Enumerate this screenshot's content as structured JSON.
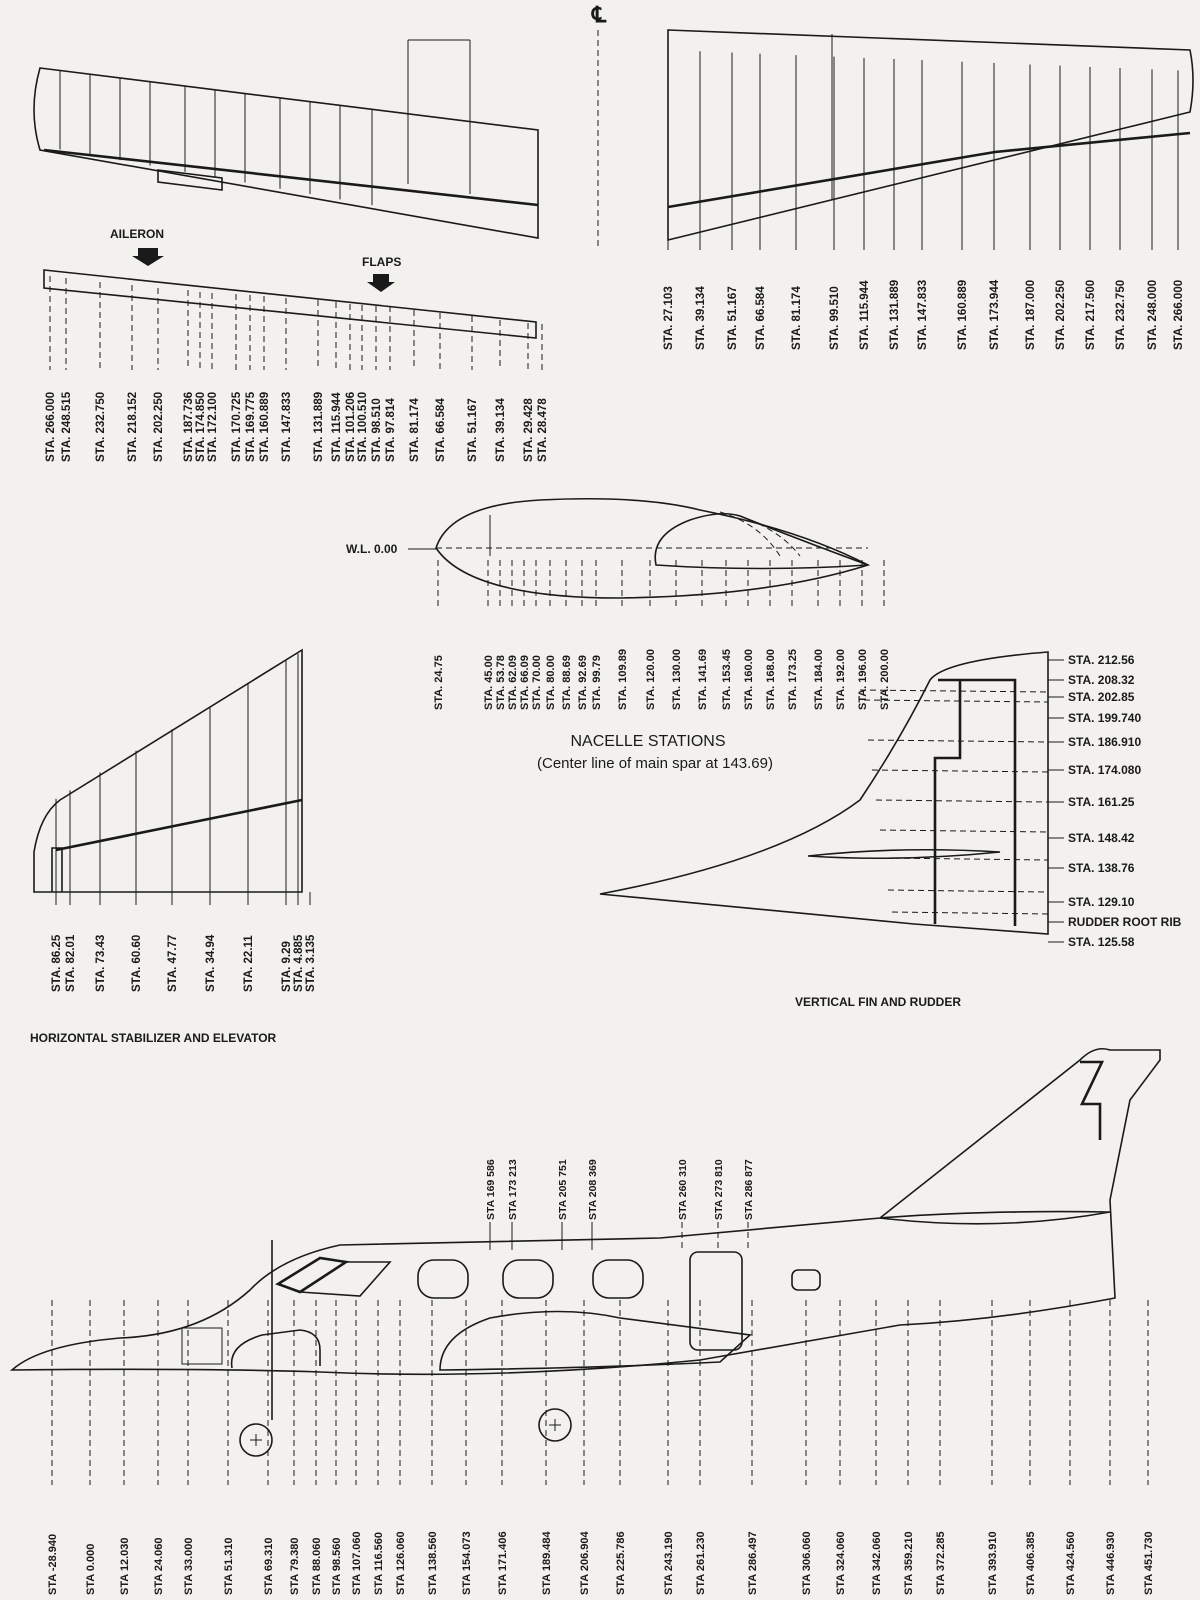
{
  "centerline_symbol": "℄",
  "wing": {
    "aileron_label": "AILERON",
    "flaps_label": "FLAPS",
    "left_stations": [
      "STA. 266.000",
      "STA. 248.515",
      "STA. 232.750",
      "STA. 218.152",
      "STA. 202.250",
      "STA. 187.736",
      "STA. 174.850",
      "STA. 172.100",
      "STA. 170.725",
      "STA. 169.775",
      "STA. 160.889",
      "STA. 147.833",
      "STA. 131.889",
      "STA. 115.944",
      "STA. 101.206",
      "STA. 100.510",
      "STA. 98.510",
      "STA. 97.814",
      "STA. 81.174",
      "STA. 66.584",
      "STA. 51.167",
      "STA. 39.134",
      "STA. 29.428",
      "STA. 28.478"
    ],
    "right_stations": [
      "STA. 27.103",
      "STA. 39.134",
      "STA. 51.167",
      "STA. 66.584",
      "STA. 81.174",
      "STA. 99.510",
      "STA. 115.944",
      "STA. 131.889",
      "STA. 147.833",
      "STA. 160.889",
      "STA. 173.944",
      "STA. 187.000",
      "STA. 202.250",
      "STA. 217.500",
      "STA. 232.750",
      "STA. 248.000",
      "STA. 266.000"
    ]
  },
  "nacelle": {
    "wl_label": "W.L. 0.00",
    "title": "NACELLE STATIONS",
    "subtitle": "(Center line of main spar at 143.69)",
    "stations": [
      "STA. 24.75",
      "STA. 45.00",
      "STA. 53.78",
      "STA. 62.09",
      "STA. 66.09",
      "STA. 70.00",
      "STA. 80.00",
      "STA. 88.69",
      "STA. 92.69",
      "STA. 99.79",
      "STA. 109.89",
      "STA. 120.00",
      "STA. 130.00",
      "STA. 141.69",
      "STA. 153.45",
      "STA. 160.00",
      "STA. 168.00",
      "STA. 173.25",
      "STA. 184.00",
      "STA. 192.00",
      "STA. 196.00",
      "STA. 200.00"
    ]
  },
  "horizontal_stabilizer": {
    "title": "HORIZONTAL STABILIZER AND ELEVATOR",
    "stations": [
      "STA. 86.25",
      "STA. 82.01",
      "STA. 73.43",
      "STA. 60.60",
      "STA. 47.77",
      "STA. 34.94",
      "STA. 22.11",
      "STA. 9.29",
      "STA. 4.885",
      "STA. 3.135"
    ]
  },
  "vertical_fin": {
    "title": "VERTICAL FIN AND RUDDER",
    "stations": [
      "STA. 212.56",
      "STA. 208.32",
      "STA. 202.85",
      "STA. 199.740",
      "STA. 186.910",
      "STA. 174.080",
      "STA. 161.25",
      "STA. 148.42",
      "STA. 138.76",
      "STA. 129.10",
      "RUDDER ROOT RIB",
      "STA. 125.58"
    ]
  },
  "fuselage": {
    "top_stations": [
      "STA 169 586",
      "STA 173 213",
      "STA 205 751",
      "STA 208 369",
      "STA 260 310",
      "STA 273 810",
      "STA 286 877"
    ],
    "bottom_stations": [
      "STA -28.940",
      "STA 0.000",
      "STA 12.030",
      "STA 24.060",
      "STA 33.000",
      "STA 51.310",
      "STA 69.310",
      "STA 79.380",
      "STA 88.060",
      "STA 98.560",
      "STA 107.060",
      "STA 116.560",
      "STA 126.060",
      "STA 138.560",
      "STA 154.073",
      "STA 171.406",
      "STA 189.484",
      "STA 206.904",
      "STA 225.786",
      "STA 243.190",
      "STA 261.230",
      "STA 286.497",
      "STA 306.060",
      "STA 324.060",
      "STA 342.060",
      "STA 359.210",
      "STA 372.285",
      "STA 393.910",
      "STA 406.385",
      "STA 424.560",
      "STA 446.930",
      "STA 451.730"
    ]
  }
}
